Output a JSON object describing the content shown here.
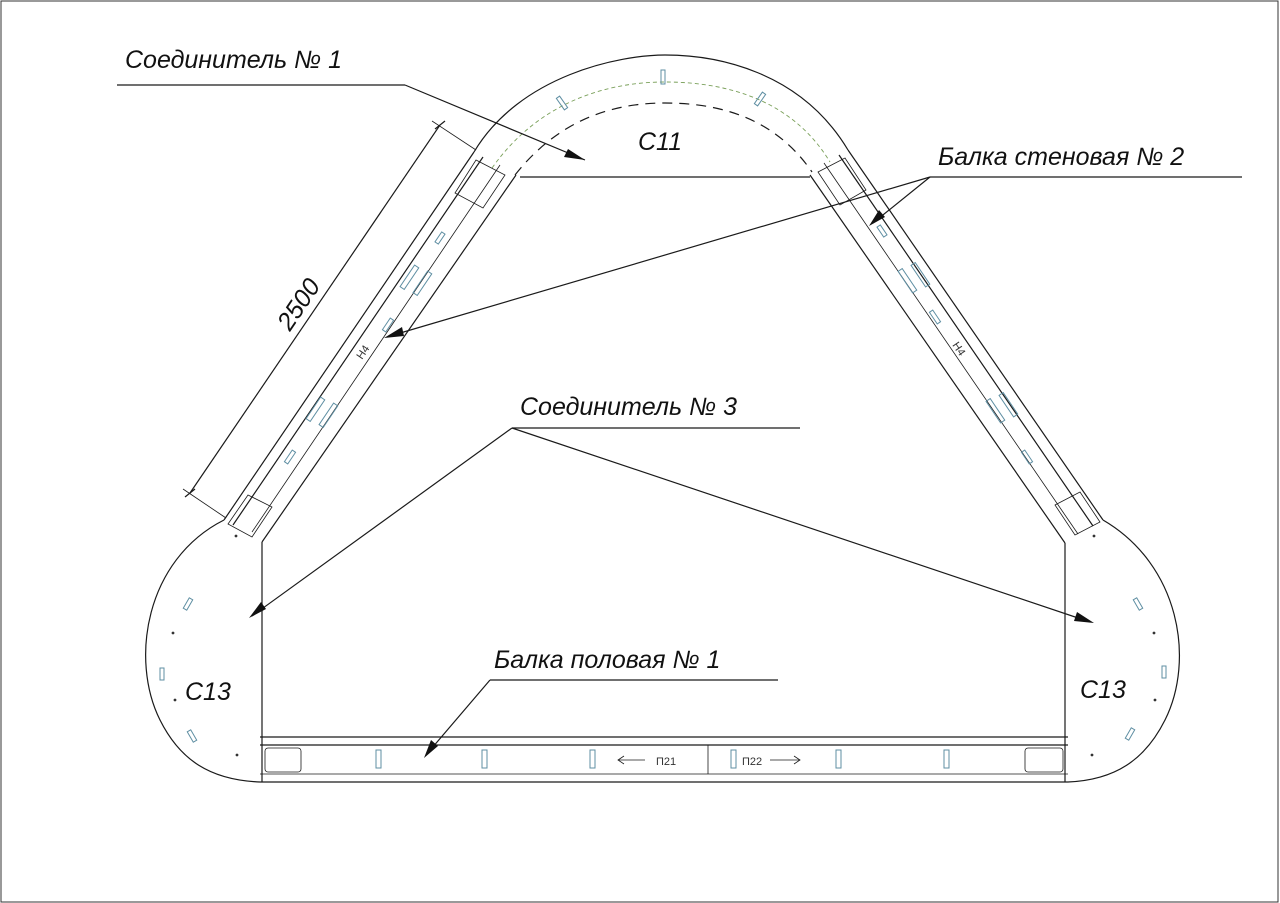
{
  "drawing": {
    "labels": {
      "connector_1": "Соединитель  № 1",
      "wall_beam_2": "Балка стеновая № 2",
      "connector_3": "Соединитель  № 3",
      "floor_beam_1": "Балка половая № 1",
      "c11": "С11",
      "c13_left": "С13",
      "c13_right": "С13",
      "dimension": "2500",
      "mark_left": "Н4",
      "mark_right": "Н4",
      "p21": "П21",
      "p22": "П22"
    }
  }
}
